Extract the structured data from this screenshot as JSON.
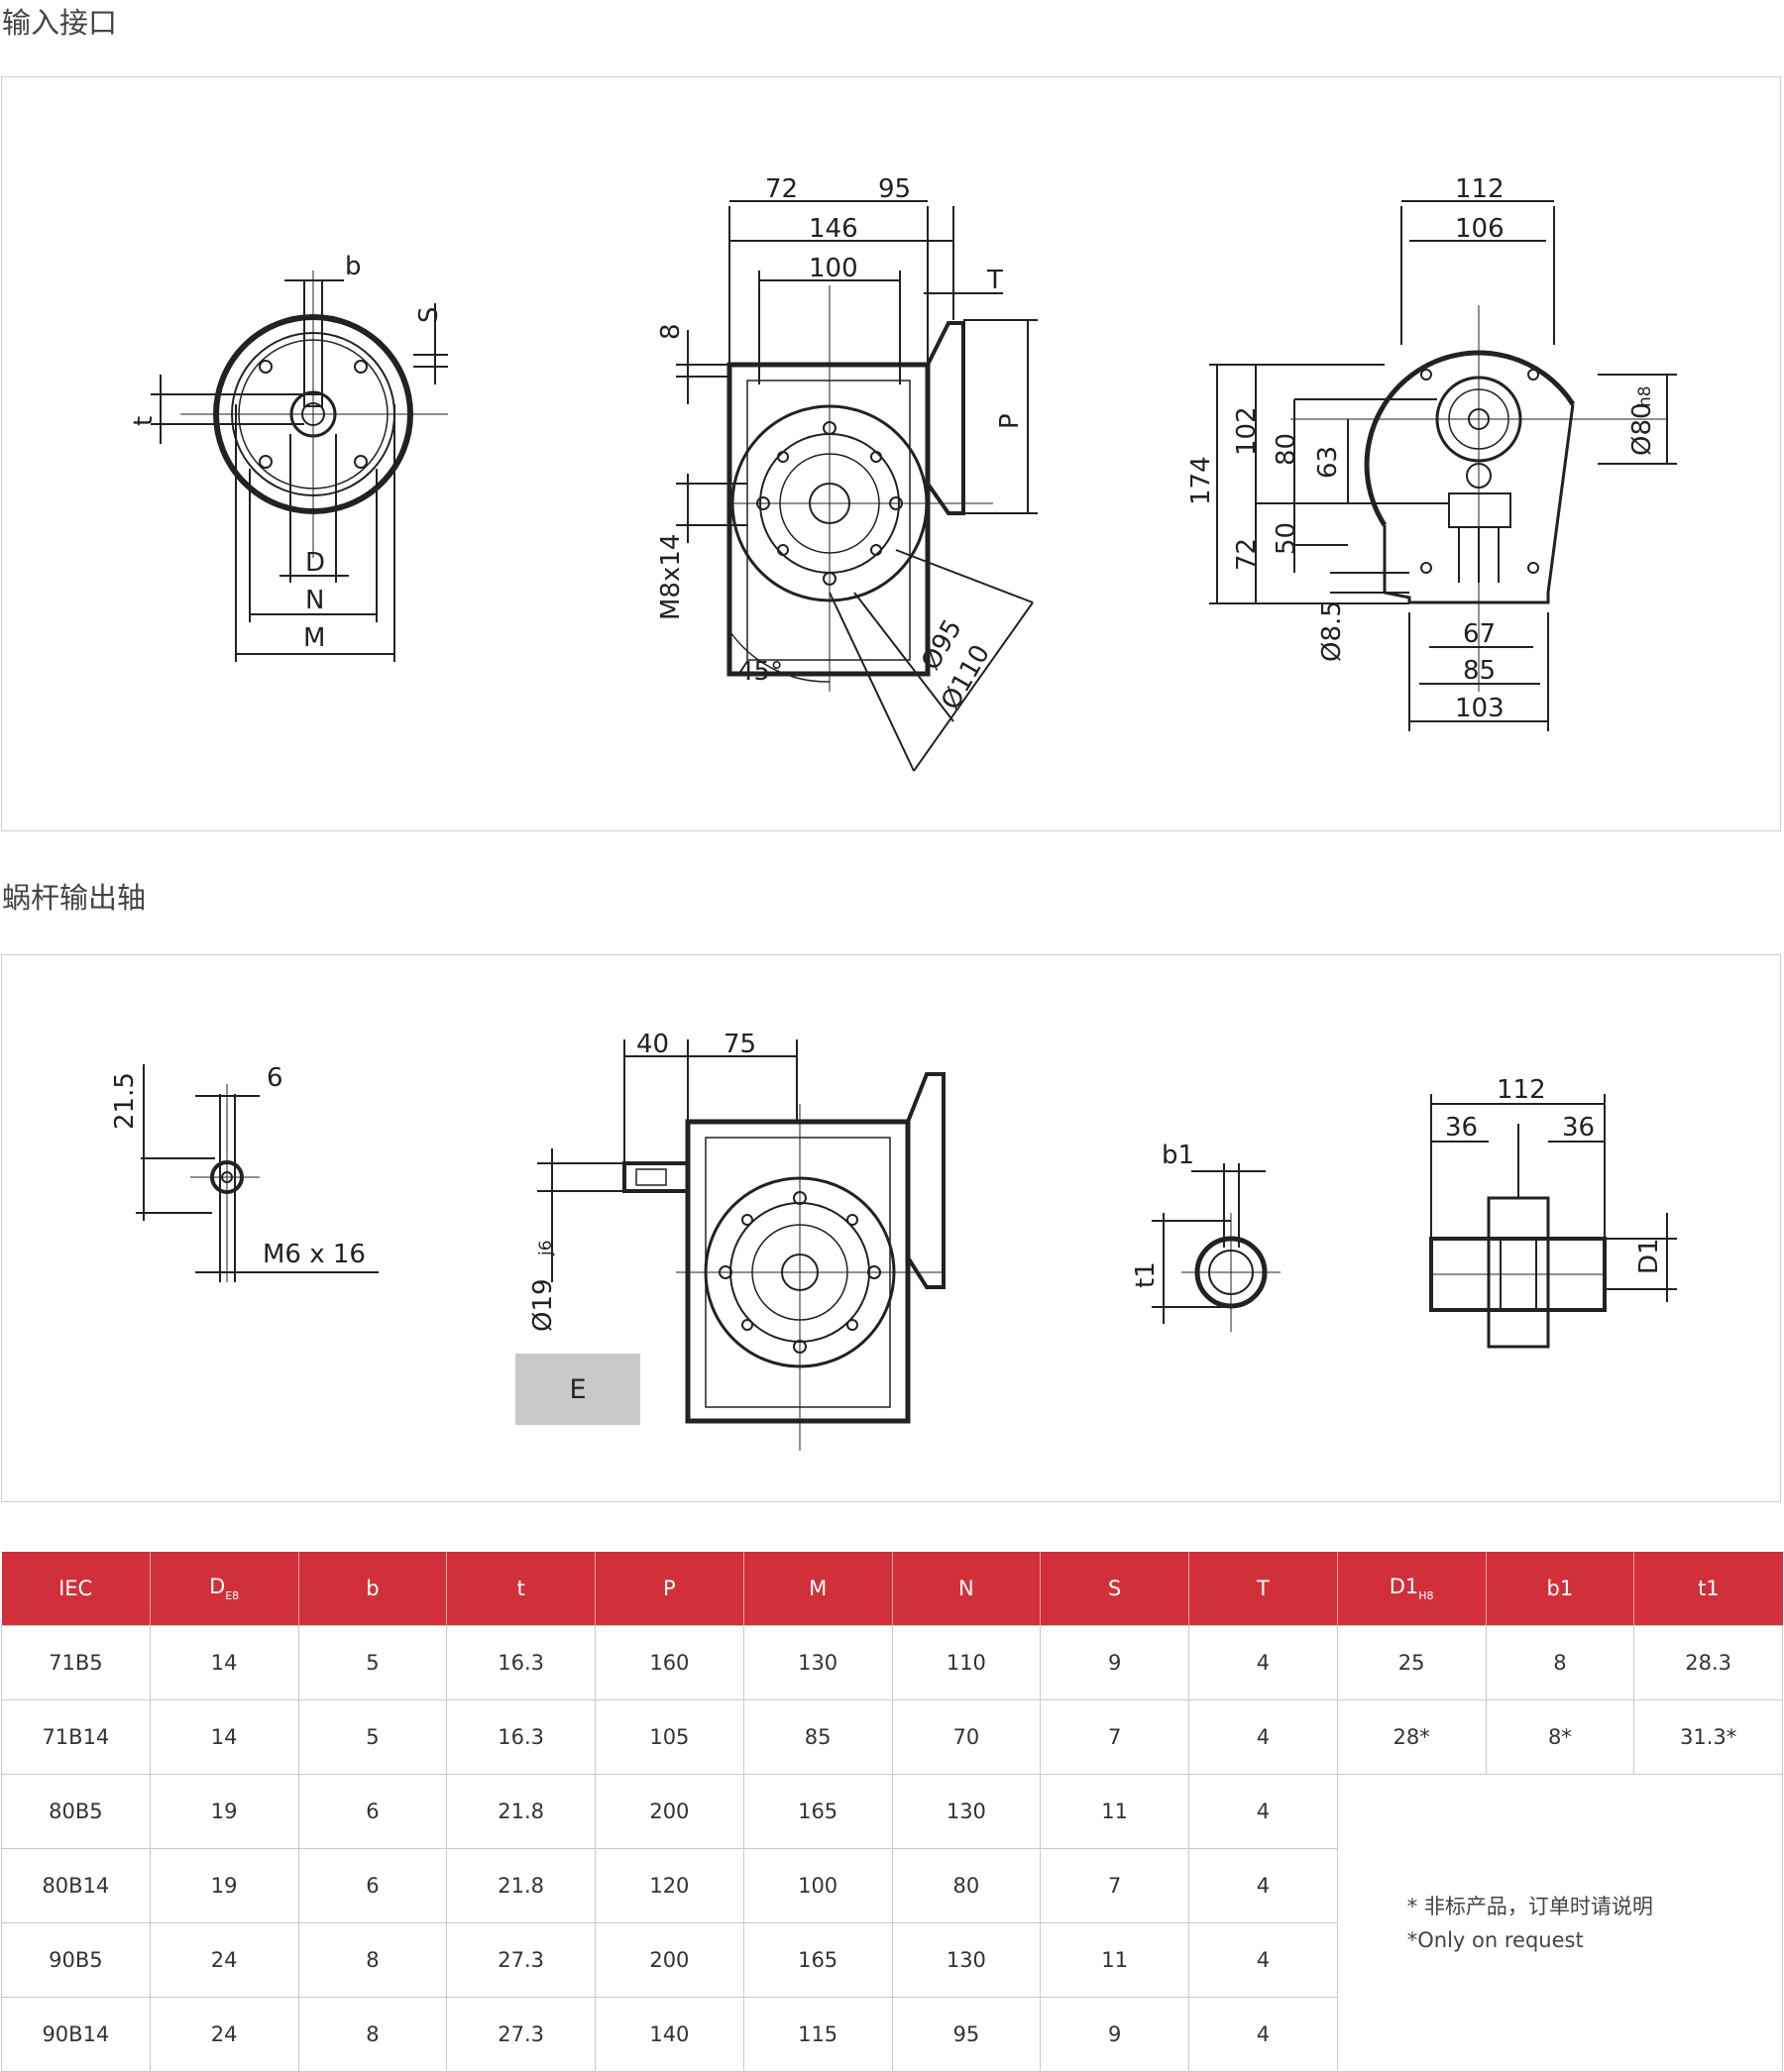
{
  "sections": {
    "input_title": "输入接口",
    "output_title": "蜗杆输出轴"
  },
  "input_drawing": {
    "left": {
      "b": "b",
      "s": "S",
      "t": "t",
      "d": "D",
      "n": "N",
      "m": "M"
    },
    "middle": {
      "d72": "72",
      "d95": "95",
      "d146": "146",
      "d100": "100",
      "t": "T",
      "d8": "8",
      "p": "P",
      "m8": "M8x14",
      "d95dia": "Ø95",
      "d110": "Ø110",
      "angle": "45°"
    },
    "right": {
      "d112": "112",
      "d106": "106",
      "d174": "174",
      "d102": "102",
      "d80": "80",
      "d63": "63",
      "d72": "72",
      "d50": "50",
      "d85dia": "Ø8.5",
      "d80h8": "Ø80",
      "h8": "h8",
      "d67": "67",
      "d85": "85",
      "d103": "103"
    }
  },
  "output_drawing": {
    "left": {
      "d215": "21.5",
      "d6": "6",
      "m6": "M6 x 16"
    },
    "middle": {
      "d40": "40",
      "d75": "75",
      "d19": "Ø19",
      "j6": "j6",
      "e_label": "E"
    },
    "right": {
      "b1": "b1",
      "t1": "t1",
      "d112": "112",
      "d36a": "36",
      "d36b": "36",
      "d1": "D1"
    }
  },
  "table": {
    "headers": [
      {
        "main": "IEC",
        "sub": ""
      },
      {
        "main": "D",
        "sub": "E8"
      },
      {
        "main": "b",
        "sub": ""
      },
      {
        "main": "t",
        "sub": ""
      },
      {
        "main": "P",
        "sub": ""
      },
      {
        "main": "M",
        "sub": ""
      },
      {
        "main": "N",
        "sub": ""
      },
      {
        "main": "S",
        "sub": ""
      },
      {
        "main": "T",
        "sub": ""
      },
      {
        "main": "D1",
        "sub": "H8"
      },
      {
        "main": "b1",
        "sub": ""
      },
      {
        "main": "t1",
        "sub": ""
      }
    ],
    "rows": [
      [
        "71B5",
        "14",
        "5",
        "16.3",
        "160",
        "130",
        "110",
        "9",
        "4",
        "25",
        "8",
        "28.3"
      ],
      [
        "71B14",
        "14",
        "5",
        "16.3",
        "105",
        "85",
        "70",
        "7",
        "4",
        "28*",
        "8*",
        "31.3*"
      ],
      [
        "80B5",
        "19",
        "6",
        "21.8",
        "200",
        "165",
        "130",
        "11",
        "4"
      ],
      [
        "80B14",
        "19",
        "6",
        "21.8",
        "120",
        "100",
        "80",
        "7",
        "4"
      ],
      [
        "90B5",
        "24",
        "8",
        "27.3",
        "200",
        "165",
        "130",
        "11",
        "4"
      ],
      [
        "90B14",
        "24",
        "8",
        "27.3",
        "140",
        "115",
        "95",
        "9",
        "4"
      ]
    ],
    "note_cn": "* 非标产品，订单时请说明",
    "note_en": "*Only on request"
  }
}
